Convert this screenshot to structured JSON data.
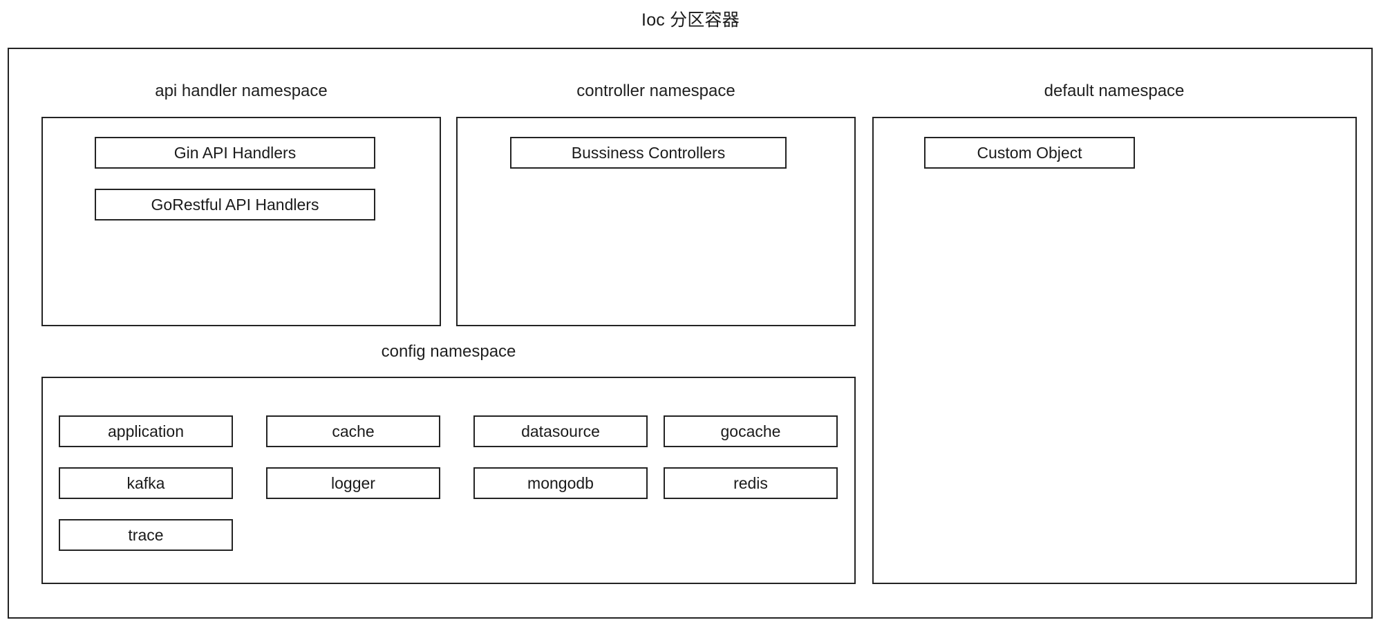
{
  "title": "Ioc 分区容器",
  "namespaces": [
    {
      "id": "api-handler",
      "label": "api handler namespace",
      "items": [
        {
          "label": "Gin API Handlers"
        },
        {
          "label": "GoRestful API Handlers"
        }
      ]
    },
    {
      "id": "controller",
      "label": "controller namespace",
      "items": [
        {
          "label": "Bussiness Controllers"
        }
      ]
    },
    {
      "id": "default",
      "label": "default namespace",
      "items": [
        {
          "label": "Custom Object"
        }
      ]
    },
    {
      "id": "config",
      "label": "config namespace",
      "items": [
        {
          "label": "application"
        },
        {
          "label": "cache"
        },
        {
          "label": "datasource"
        },
        {
          "label": "gocache"
        },
        {
          "label": "kafka"
        },
        {
          "label": "logger"
        },
        {
          "label": "mongodb"
        },
        {
          "label": "redis"
        },
        {
          "label": "trace"
        }
      ]
    }
  ],
  "colors": {
    "stroke": "#232323",
    "background": "#ffffff",
    "text": "#1a1a1a"
  }
}
